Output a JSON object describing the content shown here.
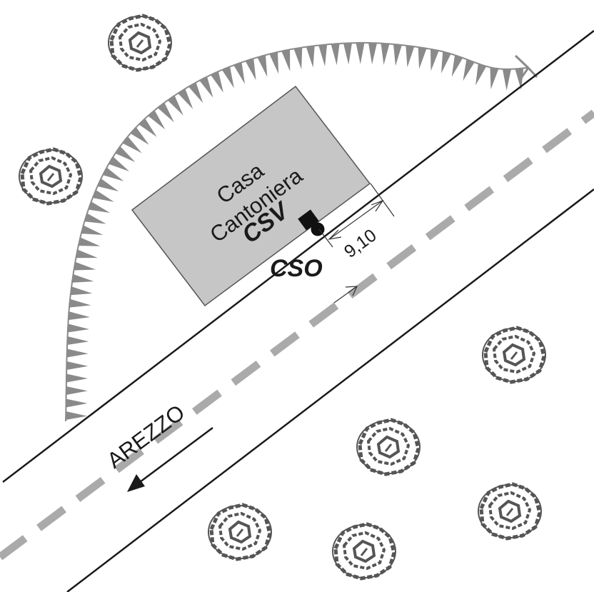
{
  "building": {
    "line1": "Casa",
    "line2": "Cantoniera",
    "code": "CSV"
  },
  "marker": {
    "code": "CSO"
  },
  "dimension": {
    "value": "9,10"
  },
  "direction": {
    "label": "AREZZO"
  },
  "colors": {
    "building_fill": "#c6c6c6",
    "scarp": "#8a8a8a",
    "center_line": "#aaaaaa",
    "tree": "#555555",
    "ink": "#1a1a1a"
  }
}
